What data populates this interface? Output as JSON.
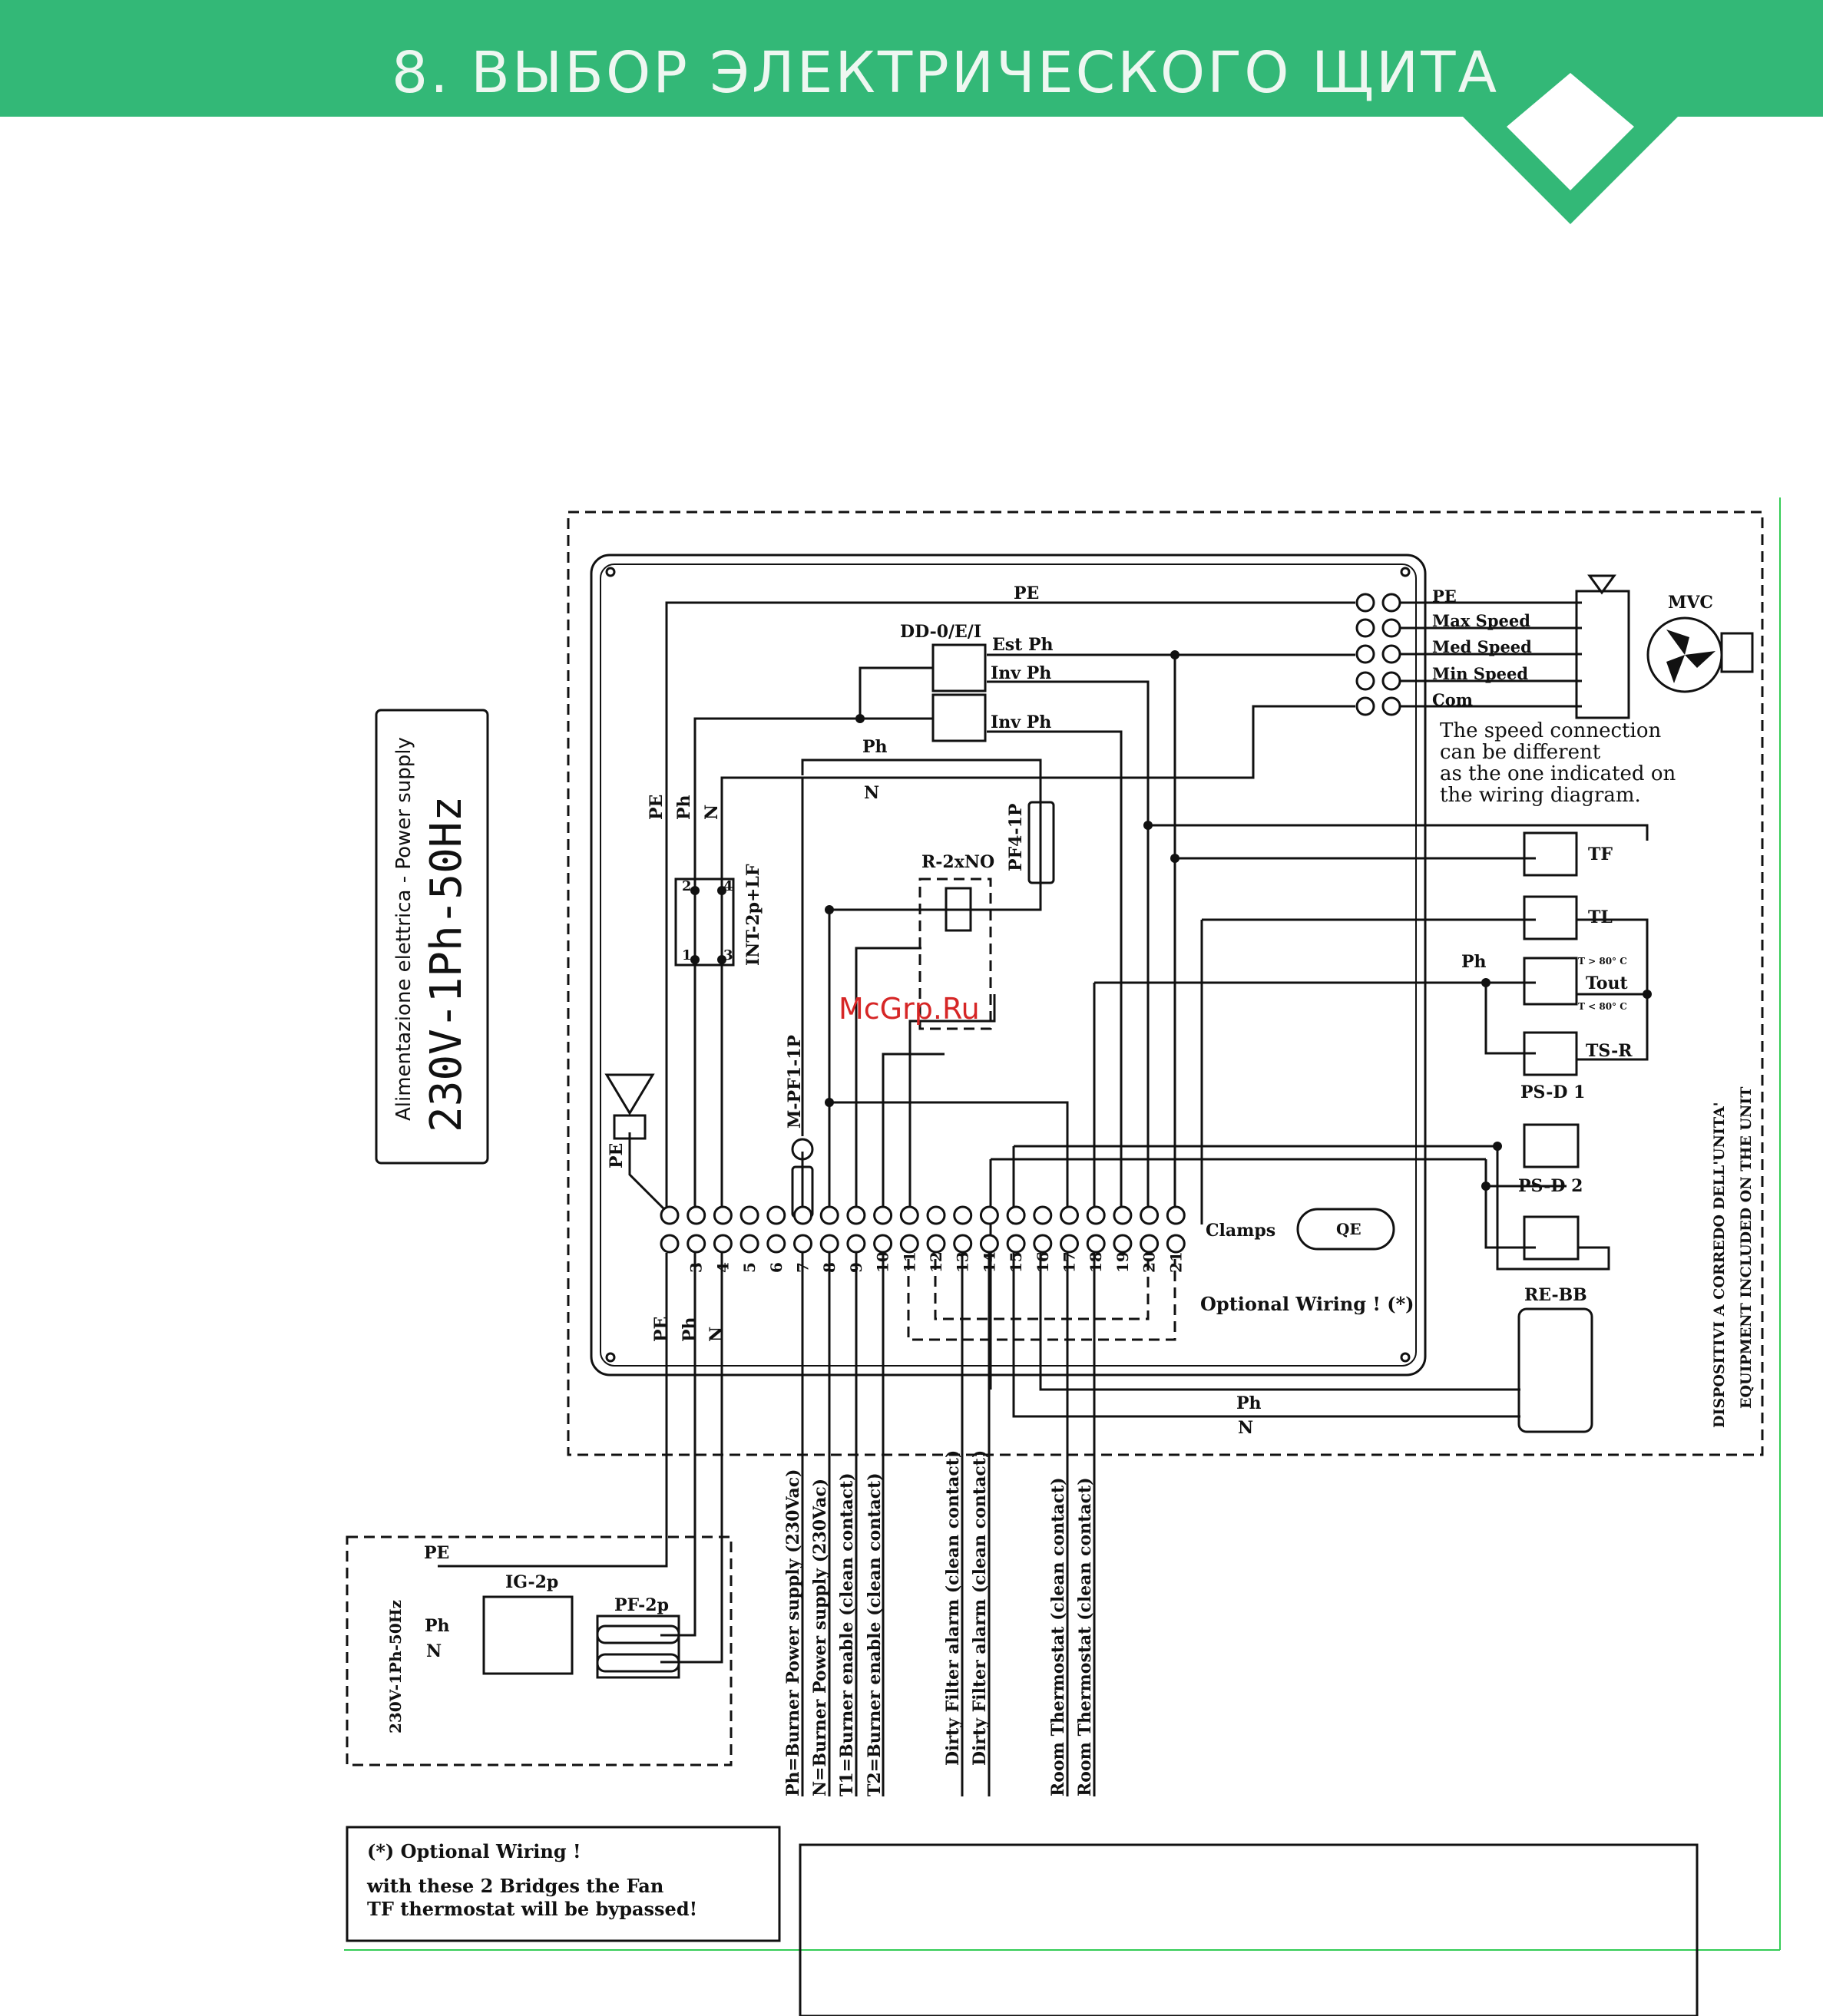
{
  "header": {
    "title": "8. ВЫБОР ЭЛЕКТРИЧЕСКОГО ЩИТА",
    "accent_color": "#33b877"
  },
  "power_supply": {
    "label_it": "Alimentazione elettrica - Power supply",
    "label_main": "230V-1Ph-50Hz"
  },
  "panel": {
    "pe_top": "PE",
    "dd_switch": "DD-0/E/I",
    "est_ph": "Est Ph",
    "inv_ph_1": "Inv Ph",
    "inv_ph_2": "Inv Ph",
    "ph_bus": "Ph",
    "n_bus": "N",
    "pe_v": "PE",
    "ph_v": "Ph",
    "n_v": "N",
    "int_switch": "INT-2p+LF",
    "int_pin_2": "2",
    "int_pin_4": "4",
    "int_pin_1": "1",
    "int_pin_3": "3",
    "pf4": "PF4-1P",
    "relay": "R-2xNO",
    "mpf": "M-PF1-1P",
    "pe_ground": "PE",
    "clamps": "Clamps",
    "qe": "QE",
    "optional_wiring": "Optional Wiring ! (*)",
    "pe_bottom": "PE",
    "ph_bottom": "Ph",
    "n_bottom": "N"
  },
  "clamps": [
    "",
    "3",
    "4",
    "5",
    "6",
    "7",
    "8",
    "9",
    "10",
    "11",
    "12",
    "13",
    "14",
    "15",
    "16",
    "17",
    "18",
    "19",
    "20",
    "21"
  ],
  "motor": {
    "terminals": [
      "PE",
      "Max Speed",
      "Med Speed",
      "Min Speed",
      "Com"
    ],
    "label": "MVC",
    "note": [
      "The speed connection",
      "can be different",
      "as the one indicated on",
      "the wiring diagram."
    ]
  },
  "devices": {
    "tf": "TF",
    "tl": "TL",
    "ph": "Ph",
    "tout": "Tout",
    "t_high": "T > 80° C",
    "t_low": "T < 80° C",
    "tsr": "TS-R",
    "psd1": "PS-D 1",
    "psd2": "PS-D 2",
    "rebb": "RE-BB",
    "ph_line": "Ph",
    "n_line": "N",
    "equipment_it": "DISPOSITIVI A CORREDO DELL'UNITA'",
    "equipment_en": "EQUIPMENT INCLUDED ON THE UNIT"
  },
  "outputs": [
    "Ph=Burner Power supply (230Vac)",
    "N=Burner Power supply (230Vac)",
    "T1=Burner enable (clean contact)",
    "T2=Burner enable (clean contact)",
    "Dirty Filter alarm (clean contact)",
    "Dirty Filter alarm (clean contact)",
    "Room Thermostat (clean contact)",
    "Room Thermostat (clean contact)"
  ],
  "supply_box": {
    "pe": "PE",
    "ig": "IG-2p",
    "pf": "PF-2p",
    "ph": "Ph",
    "n": "N",
    "voltage": "230V-1Ph-50Hz"
  },
  "note": {
    "line1": "(*) Optional Wiring !",
    "line2": "with these 2 Bridges the Fan",
    "line3": "TF thermostat will be bypassed!"
  },
  "watermark": "McGrp.Ru"
}
